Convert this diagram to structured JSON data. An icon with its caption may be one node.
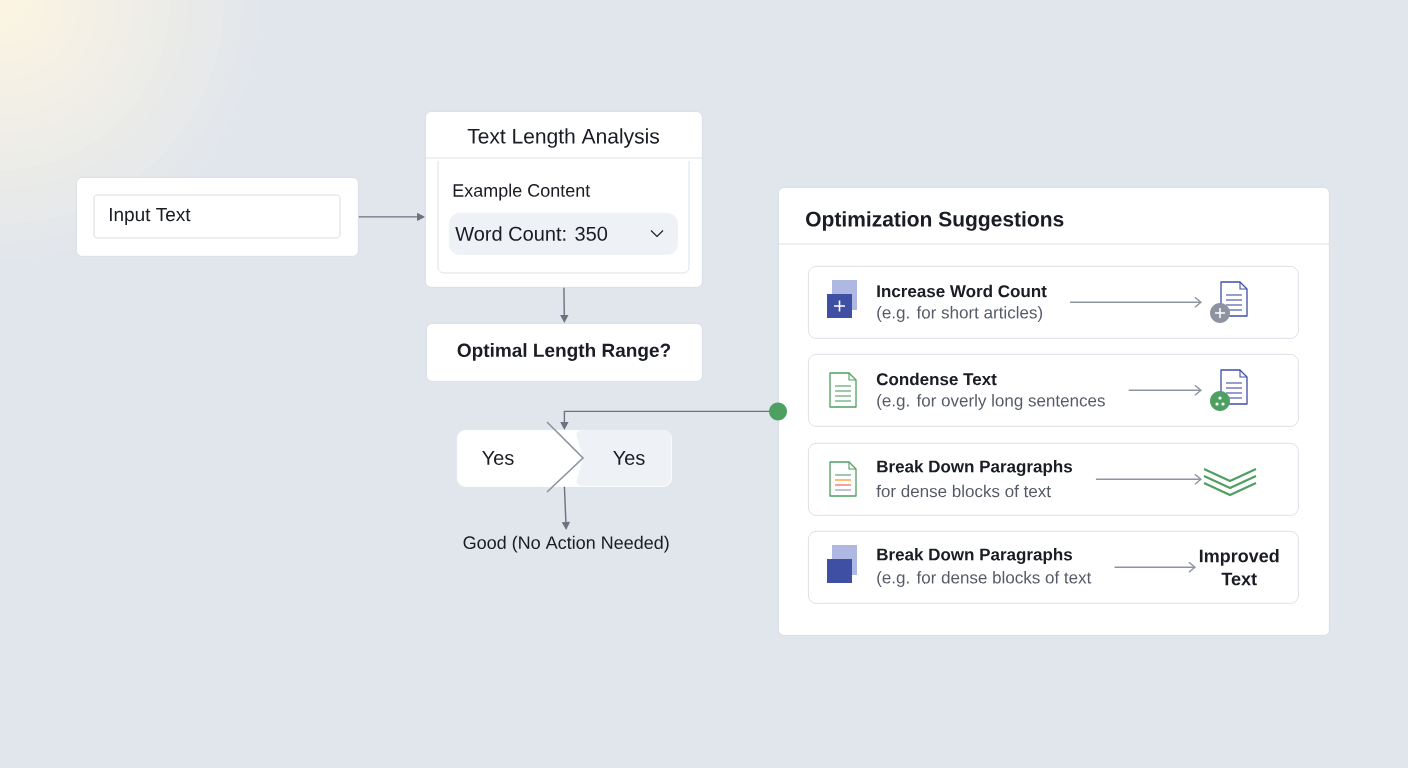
{
  "diagram": {
    "nodes": [
      {
        "text": [
          "Input Text"
        ]
      },
      {
        "text": [
          "Text Length Analysis",
          "Example Content"
        ]
      },
      {
        "text": [
          "Word Count: 350"
        ],
        "in": 1
      },
      {
        "text": [
          "Optimal Length Range?"
        ]
      },
      {
        "text": [
          "Yes",
          "Yes"
        ]
      },
      {
        "text": [
          "Good (No Action Needed)"
        ]
      },
      {
        "text": [
          "Optimization Suggestions"
        ]
      },
      {
        "text": [],
        "shape": "box",
        "in": 6
      },
      {
        "text": [
          "Increase Word Count",
          "(e.g. for short articles)"
        ],
        "in": 7
      },
      {
        "text": [],
        "shape": "picture",
        "in": 7
      },
      {
        "text": [],
        "shape": "box",
        "in": 6
      },
      {
        "text": [
          "Condense Text",
          "(e.g. for overly long sentences"
        ],
        "in": 10
      },
      {
        "text": [],
        "shape": "picture",
        "in": 10
      },
      {
        "text": [],
        "shape": "box",
        "in": 6
      },
      {
        "text": [
          "Break Down Paragraphs",
          "for dense blocks of text"
        ],
        "in": 13
      },
      {
        "text": [],
        "shape": "picture",
        "in": 13
      },
      {
        "text": [],
        "shape": "box",
        "in": 6
      },
      {
        "text": [
          "Break Down Paragraphs",
          "(e.g. for dense blocks of text"
        ],
        "in": 16
      },
      {
        "text": [
          "Improved Text"
        ],
        "in": 16
      }
    ],
    "edges": [
      {
        "from": 0,
        "to": 1,
        "arrow": "to"
      },
      {
        "from": 1,
        "to": 3,
        "arrow": "to"
      },
      {
        "from": 6,
        "to": 4,
        "arrow": "to"
      },
      {
        "from": 4,
        "to": 5,
        "arrow": "to"
      },
      {
        "from": 8,
        "to": 9,
        "arrow": "to",
        "color": "#8d93a0"
      },
      {
        "from": 11,
        "to": 12,
        "arrow": "to",
        "color": "#8d93a0"
      },
      {
        "from": 14,
        "to": 15,
        "arrow": "to",
        "color": "#8d93a0"
      },
      {
        "from": 17,
        "to": 18,
        "arrow": "to",
        "color": "#8d93a0"
      }
    ]
  }
}
